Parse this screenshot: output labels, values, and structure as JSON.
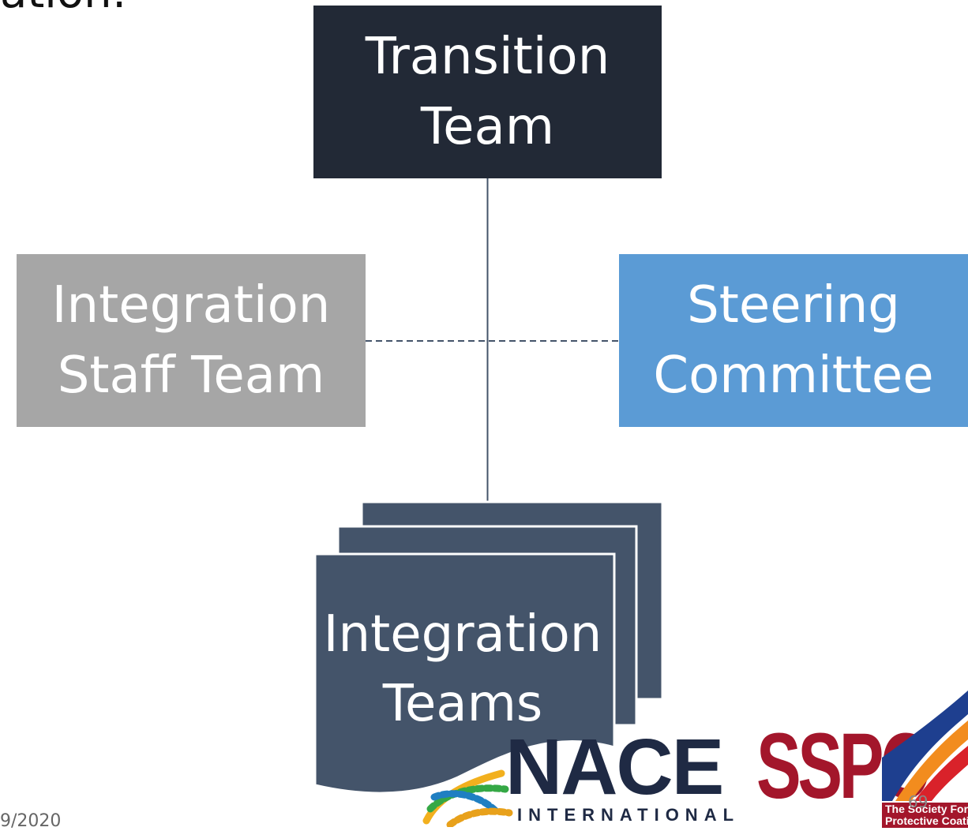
{
  "slide": {
    "title_fragment": "ation:",
    "page_number": "69",
    "footer_date": "9/2020"
  },
  "diagram": {
    "nodes": {
      "transition_team": "Transition\nTeam",
      "integration_staff_team": "Integration\nStaff Team",
      "steering_committee": "Steering\nCommittee",
      "integration_teams": "Integration\nTeams"
    },
    "colors": {
      "transition_team": "#222936",
      "integration_staff_team": "#a6a6a6",
      "steering_committee": "#5b9bd5",
      "integration_teams": "#44546a"
    }
  },
  "logos": {
    "nace_text": "NACE",
    "nace_sub": "INTERNATIONAL",
    "sspc_text": "SSPC",
    "sspc_tagline": "The Society For Protective Coatings"
  }
}
